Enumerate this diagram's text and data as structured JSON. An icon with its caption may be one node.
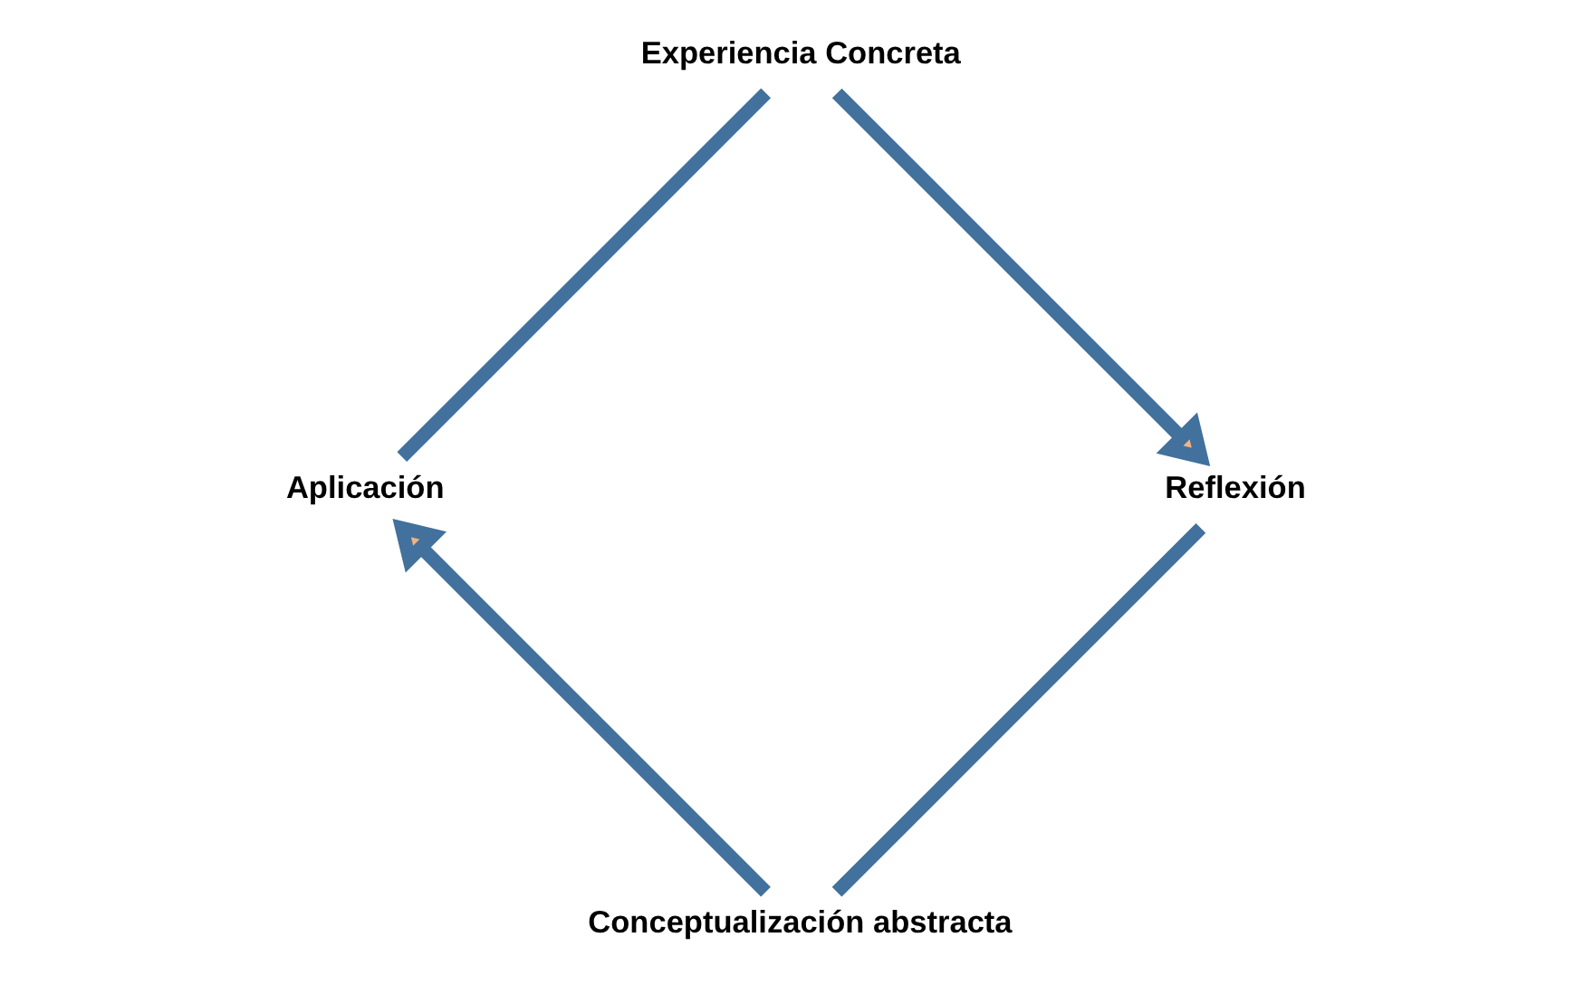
{
  "diagram": {
    "nodes": [
      {
        "text": [
          "Experiencia Concreta"
        ]
      },
      {
        "text": [
          "Reflexión"
        ]
      },
      {
        "text": [
          "Aplicación"
        ]
      },
      {
        "text": [
          "Conceptualización abstracta"
        ]
      }
    ],
    "edges": [
      {
        "from": 0,
        "to": 1,
        "arrow": "to"
      },
      {
        "from": 1,
        "to": 3,
        "arrow": "none"
      },
      {
        "from": 3,
        "to": 2,
        "arrow": "to"
      },
      {
        "from": 2,
        "to": 0,
        "arrow": "none"
      }
    ]
  }
}
